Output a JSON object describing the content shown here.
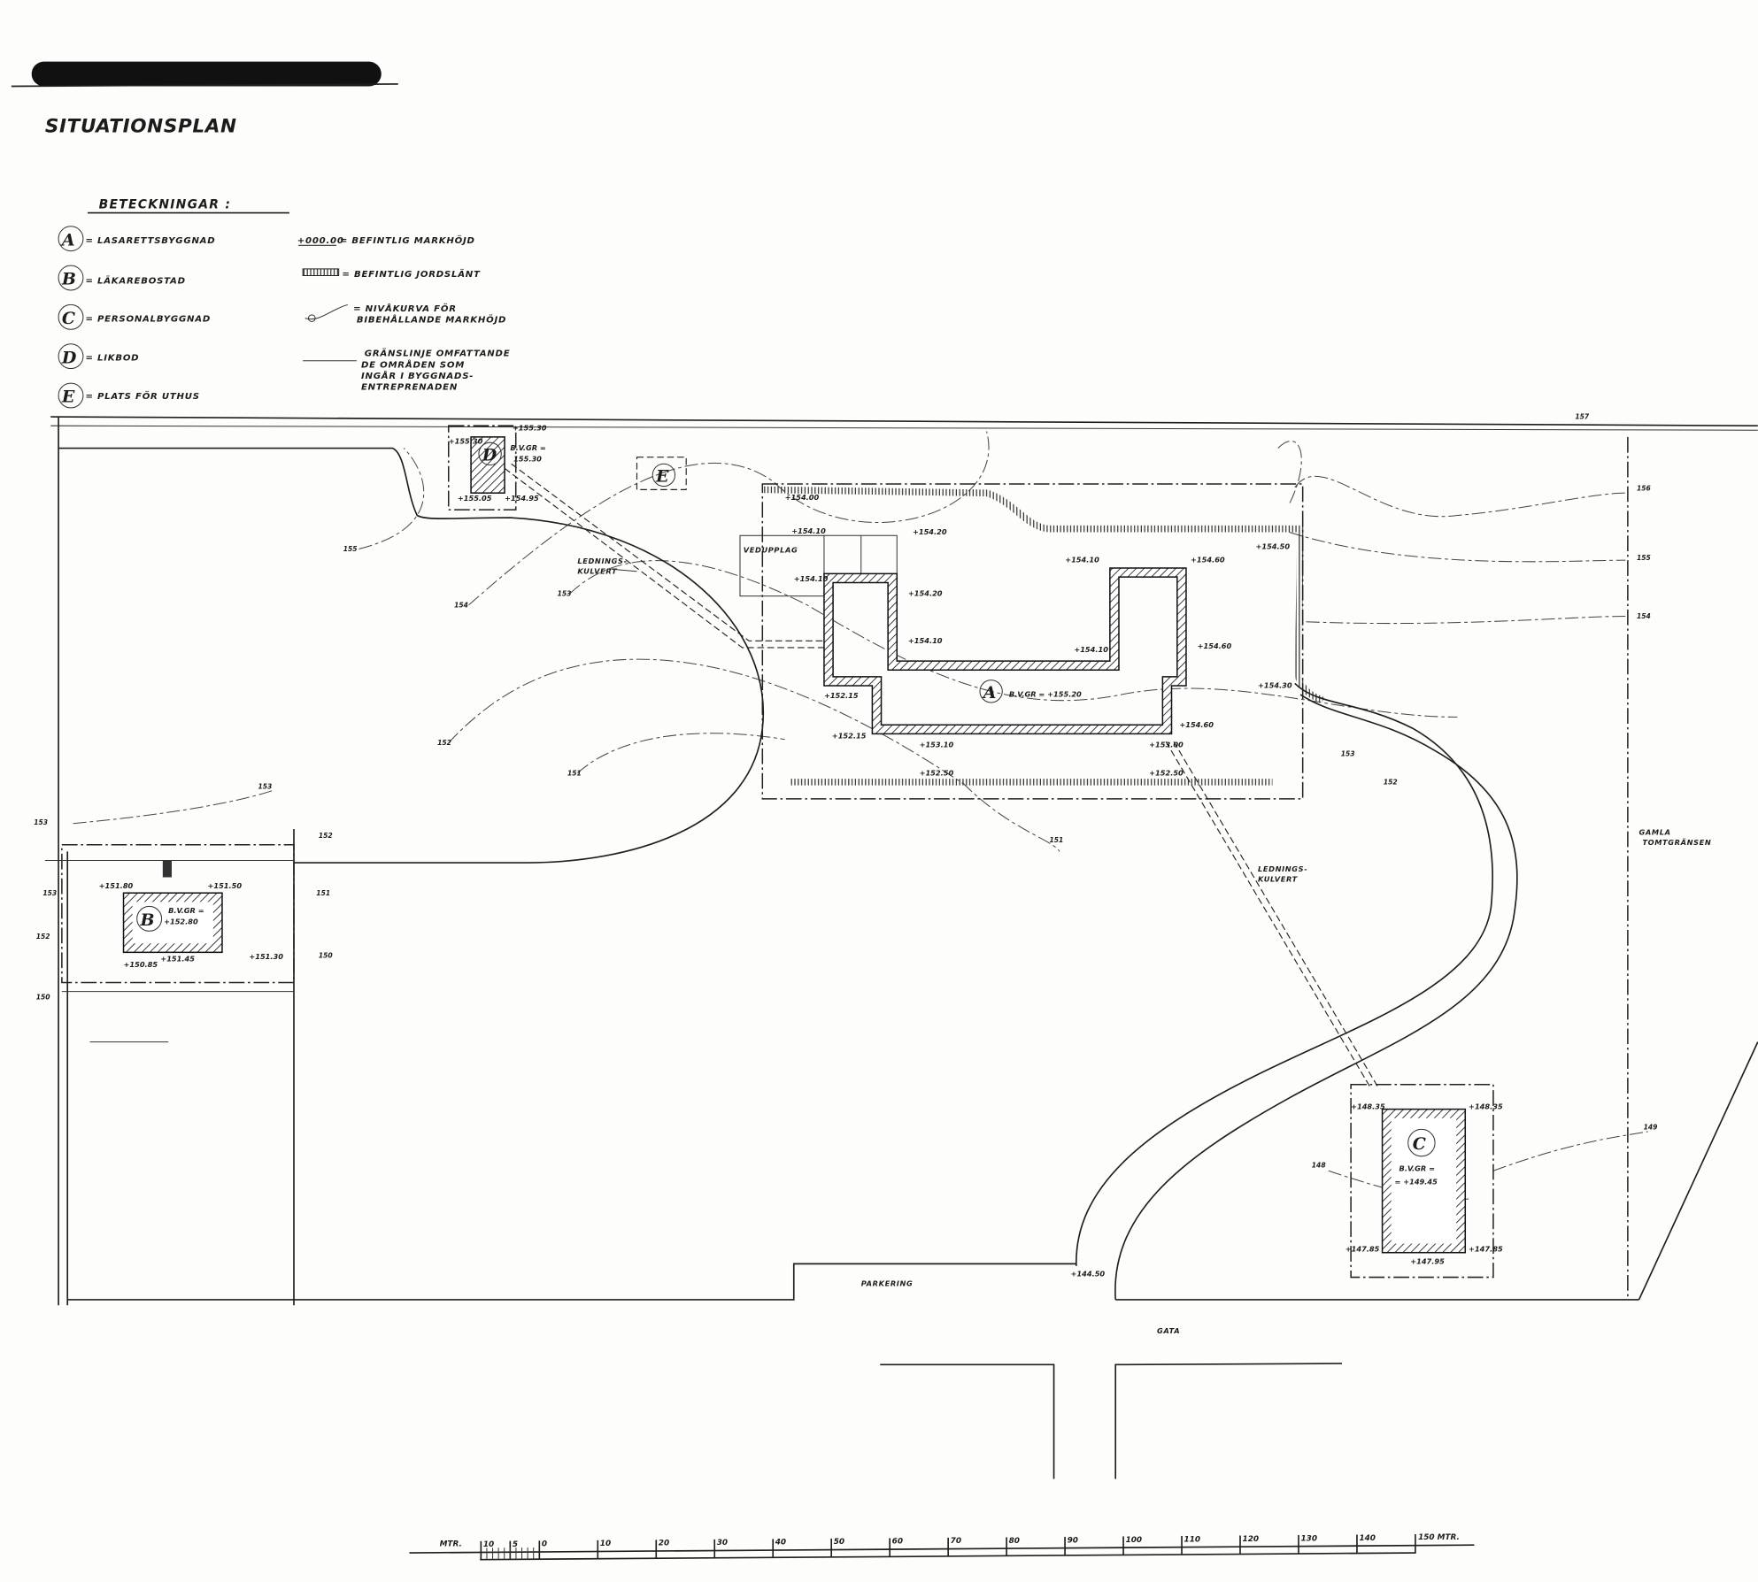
{
  "header": {
    "title": "SITUATIONSPLAN",
    "legend_heading": "BETECKNINGAR :"
  },
  "legend": {
    "buildings": [
      {
        "key": "A",
        "label": "= LASARETTSBYGGNAD"
      },
      {
        "key": "B",
        "label": "= LÄKAREBOSTAD"
      },
      {
        "key": "C",
        "label": "= PERSONALBYGGNAD"
      },
      {
        "key": "D",
        "label": "= LIKBOD"
      },
      {
        "key": "E",
        "label": "= PLATS FÖR UTHUS"
      }
    ],
    "symbols": [
      {
        "sample": "+000.00",
        "label": "= BEFINTLIG MARKHÖJD"
      },
      {
        "label": "= BEFINTLIG JORDSLÄNT"
      },
      {
        "label_1": "= NIVÅKURVA FÖR",
        "label_2": "BIBEHÅLLANDE MARKHÖJD"
      },
      {
        "label_1": "GRÄNSLINJE OMFATTANDE",
        "label_2": "DE OMRÅDEN SOM",
        "label_3": "INGÅR I BYGGNADS-",
        "label_4": "ENTREPRENADEN"
      }
    ]
  },
  "buildings": {
    "A": {
      "key": "A",
      "floor": "B.V.GR = +155.20"
    },
    "B": {
      "key": "B",
      "floor_1": "B.V.GR =",
      "floor_2": "+152.80"
    },
    "C": {
      "key": "C",
      "floor_1": "B.V.GR =",
      "floor_2": "= +149.45"
    },
    "D": {
      "key": "D",
      "floor_1": "B.V.GR =",
      "floor_2": "155.30"
    },
    "E": {
      "key": "E"
    }
  },
  "labels": {
    "vedupplag": "VEDUPPLAG",
    "conduit_1": "LEDNINGS-",
    "conduit_2": "KULVERT",
    "parking": "PARKERING",
    "street": "GATA",
    "old_boundary_1": "GAMLA",
    "old_boundary_2": "TOMTGRÄNSEN",
    "road_end": "+144.50"
  },
  "elevations": {
    "d": [
      "+155.30",
      "+155.30",
      "+155.05",
      "+154.95"
    ],
    "a": [
      "+154.00",
      "+154.10",
      "+154.20",
      "+154.10",
      "+154.20",
      "+154.10",
      "+154.10",
      "+154.10",
      "+154.60",
      "+154.50",
      "+154.60",
      "+154.30",
      "+154.60",
      "+152.15",
      "+152.15",
      "+153.10",
      "+153.00",
      "+152.50",
      "+152.50"
    ],
    "b": [
      "+151.80",
      "+151.50",
      "+150.85",
      "+151.45",
      "+151.30"
    ],
    "c": [
      "+148.35",
      "+148.35",
      "+147.85",
      "+147.85",
      "+147.95"
    ]
  },
  "contours": [
    "157",
    "156",
    "155",
    "154",
    "155",
    "154",
    "153",
    "152",
    "151",
    "153",
    "152",
    "151",
    "150",
    "153",
    "153",
    "152",
    "150",
    "149",
    "148",
    "153",
    "152",
    "151"
  ],
  "scale": {
    "unit": "MTR.",
    "labels": [
      "10",
      "5",
      "0",
      "10",
      "20",
      "30",
      "40",
      "50",
      "60",
      "70",
      "80",
      "90",
      "100",
      "110",
      "120",
      "130",
      "140",
      "150"
    ],
    "end_label": "150 MTR."
  }
}
